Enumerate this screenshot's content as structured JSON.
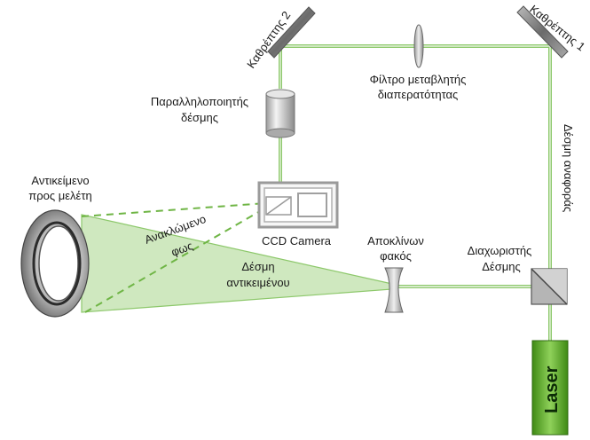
{
  "labels": {
    "mirror2": "Καθρέπτης 2",
    "mirror1": "Καθρέπτης 1",
    "filter_line1": "Φίλτρο μεταβλητής",
    "filter_line2": "διαπερατότητας",
    "collimator_line1": "Παραλληλοποιητής",
    "collimator_line2": "δέσμης",
    "object_line1": "Αντικείμενο",
    "object_line2": "προς μελέτη",
    "reflected_line1": "Ανακλώμενο",
    "reflected_line2": "φως",
    "camera": "CCD Camera",
    "lens_line1": "Αποκλίνων",
    "lens_line2": "φακός",
    "splitter_line1": "Διαχωριστής",
    "splitter_line2": "Δέσμης",
    "object_beam_line1": "Δέσμη",
    "object_beam_line2": "αντικειμένου",
    "reference_beam": "Δέσμη αναφοράς",
    "laser": "Laser"
  },
  "colors": {
    "beam": "#8dc86b",
    "beam_dark": "#5a9a3a",
    "beam_fill": "#cfe8bf",
    "laser_body": "#5faa2a",
    "mirror": "#888888"
  }
}
